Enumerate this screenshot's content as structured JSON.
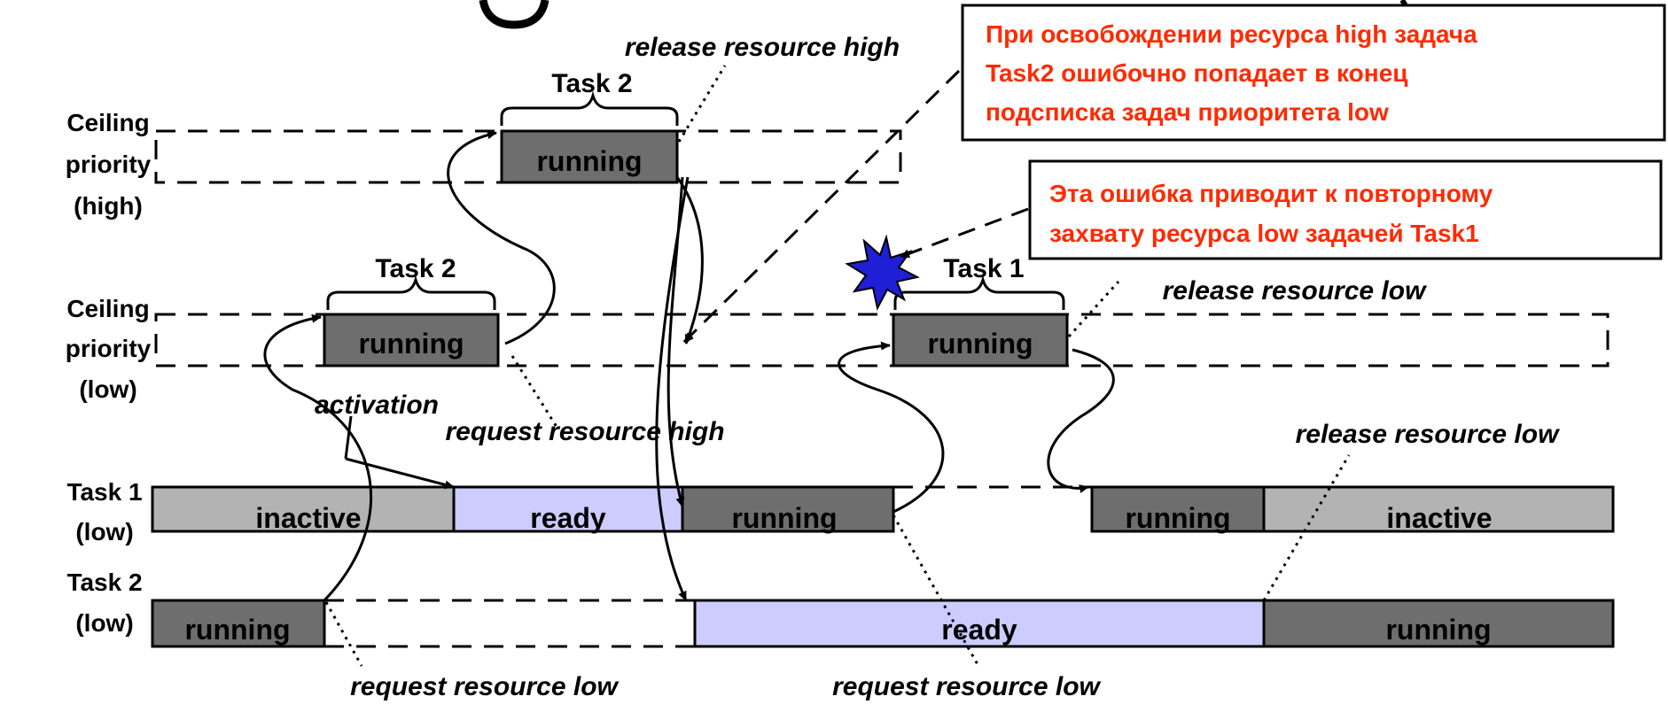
{
  "rows": {
    "ceiling_high": [
      "Ceiling",
      "priority",
      "(high)"
    ],
    "ceiling_low": [
      "Ceiling",
      "priority",
      "(low)"
    ],
    "task1": [
      "Task 1",
      "(low)"
    ],
    "task2": [
      "Task 2",
      "(low)"
    ]
  },
  "states": {
    "running": "running",
    "ready": "ready",
    "inactive": "inactive"
  },
  "task_labels": {
    "task2": "Task 2",
    "task1": "Task 1"
  },
  "annotations": {
    "release_high": "release resource high",
    "release_low": "release resource low",
    "activation": "activation",
    "request_high": "request resource high",
    "request_low": "request resource low"
  },
  "notes": {
    "note1": [
      "При освобождении ресурса high задача",
      "Task2 ошибочно попадает в конец",
      "подсписка задач приоритета low"
    ],
    "note2": [
      "Эта ошибка приводит к повторному",
      "захвату ресурса low задачей Task1"
    ]
  },
  "colors": {
    "running": "#6e6e6e",
    "ready": "#ccccff",
    "inactive": "#b3b3b3",
    "note_text": "#ff2a00",
    "error_star": "#1f1fd6"
  }
}
